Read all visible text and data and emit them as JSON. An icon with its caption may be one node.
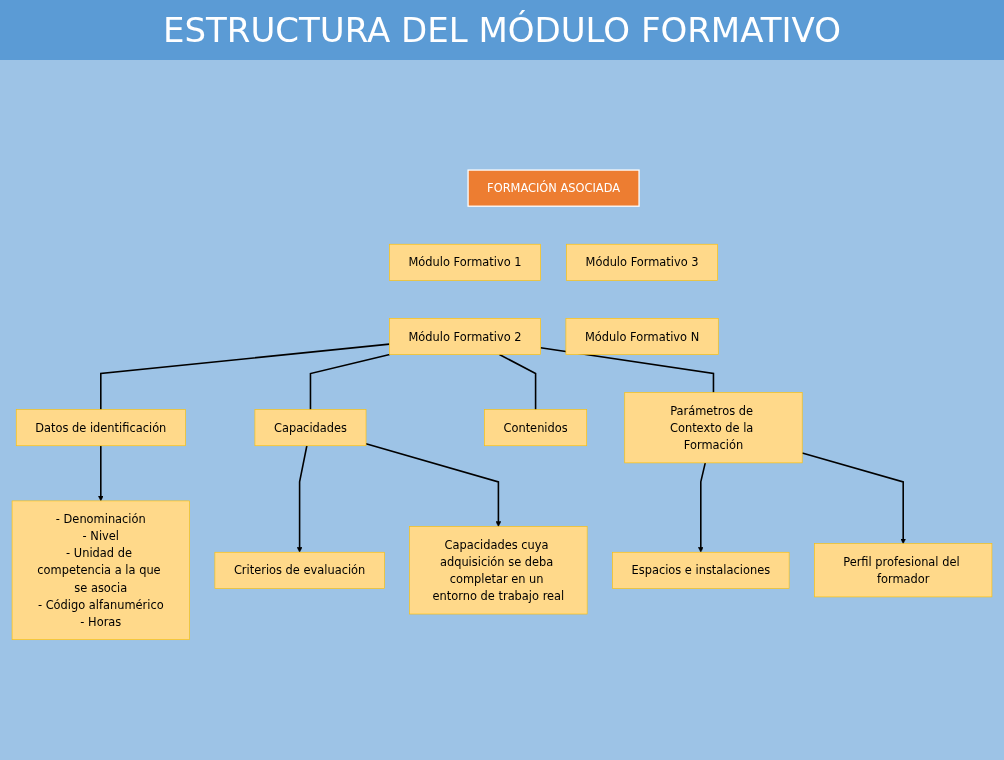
{
  "diagram": {
    "title": "ESTRUCTURA DEL MÓDULO FORMATIVO",
    "nodes": [
      {
        "text": [
          "FORMACIÓN ASOCIADA"
        ]
      },
      {
        "text": [
          "Módulo Formativo 1"
        ]
      },
      {
        "text": [
          "Módulo Formativo 3"
        ]
      },
      {
        "text": [
          "Módulo Formativo 2"
        ]
      },
      {
        "text": [
          "Módulo Formativo N"
        ]
      },
      {
        "text": [
          "Datos de identificación"
        ]
      },
      {
        "text": [
          "Capacidades"
        ]
      },
      {
        "text": [
          "Contenidos"
        ]
      },
      {
        "text": [
          "Parámetros de Contexto de la Formación"
        ]
      },
      {
        "text": [
          "- Denominación",
          "- Nivel",
          "- Unidad de competencia a la que se asocia",
          "- Código alfanumérico",
          "- Horas"
        ]
      },
      {
        "text": [
          "Criterios de evaluación"
        ]
      },
      {
        "text": [
          "Capacidades cuya adquisición se deba completar en un entorno de trabajo real"
        ]
      },
      {
        "text": [
          "Espacios e instalaciones"
        ]
      },
      {
        "text": [
          "Perfil profesional del formador"
        ]
      }
    ],
    "edges": [
      {
        "from": 3,
        "to": 5,
        "arrow": "none"
      },
      {
        "from": 3,
        "to": 6,
        "arrow": "none"
      },
      {
        "from": 3,
        "to": 7,
        "arrow": "none"
      },
      {
        "from": 3,
        "to": 8,
        "arrow": "none"
      },
      {
        "from": 5,
        "to": 9,
        "arrow": "to"
      },
      {
        "from": 6,
        "to": 10,
        "arrow": "to"
      },
      {
        "from": 6,
        "to": 11,
        "arrow": "to"
      },
      {
        "from": 8,
        "to": 12,
        "arrow": "to"
      },
      {
        "from": 8,
        "to": 13,
        "arrow": "to"
      }
    ]
  }
}
